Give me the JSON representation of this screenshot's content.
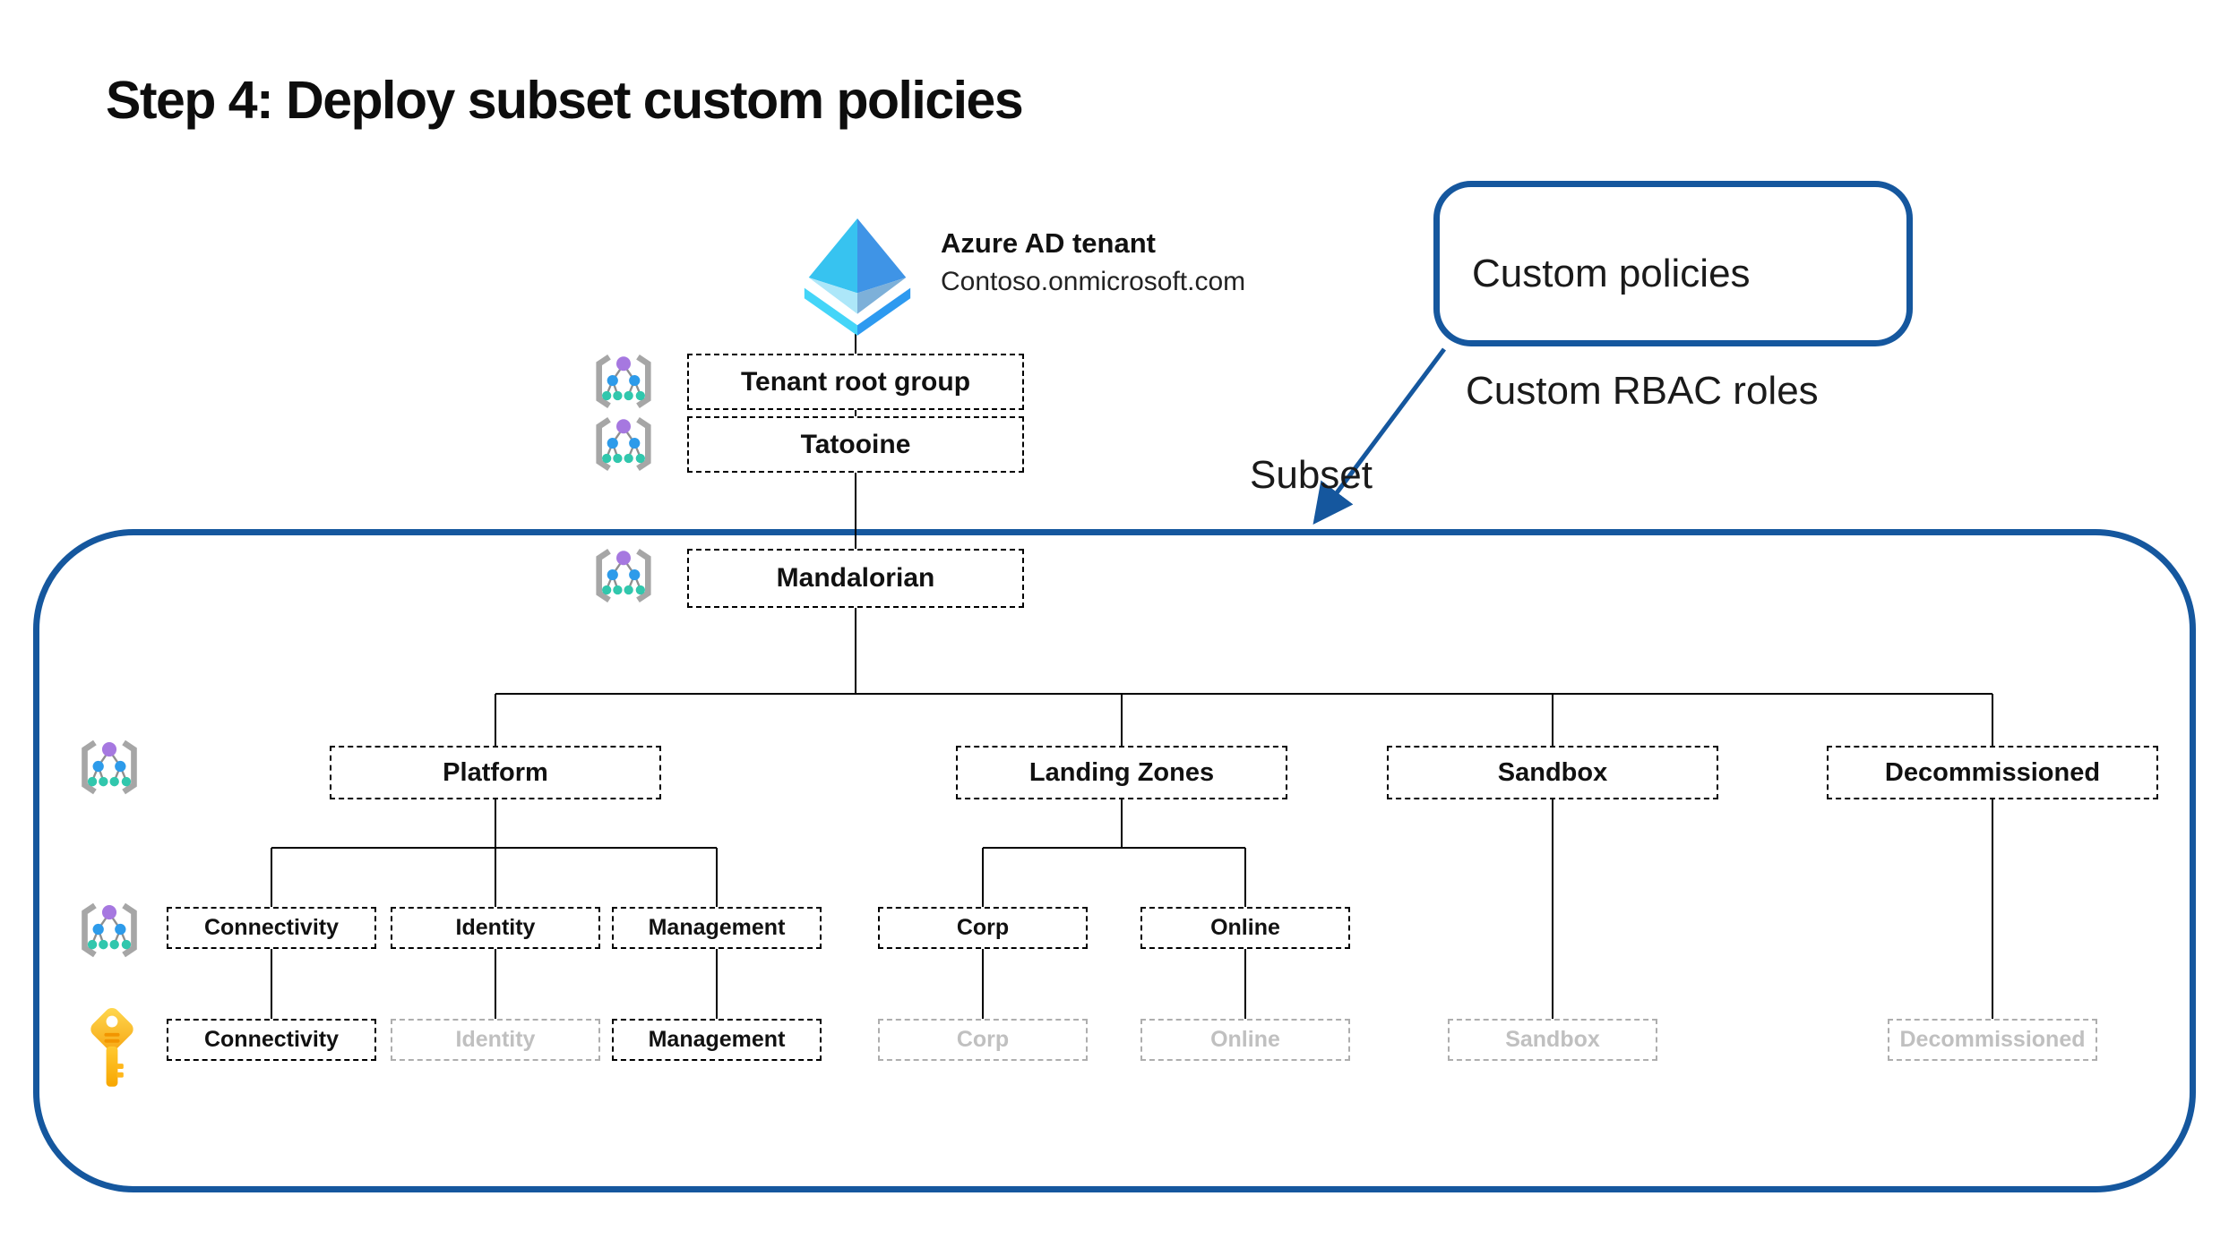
{
  "slide": {
    "title": "Step 4: Deploy subset custom policies"
  },
  "tenant": {
    "name": "Azure AD tenant",
    "domain": "Contoso.onmicrosoft.com"
  },
  "callout": {
    "custom_policies": "Custom policies",
    "custom_rbac": "Custom RBAC roles",
    "subset": "Subset"
  },
  "hierarchy": {
    "level1": [
      "Tenant root group",
      "Tatooine",
      "Mandalorian"
    ],
    "level2": [
      "Platform",
      "Landing Zones",
      "Sandbox",
      "Decommissioned"
    ],
    "level3": [
      "Connectivity",
      "Identity",
      "Management",
      "Corp",
      "Online"
    ],
    "subscriptions": [
      {
        "label": "Connectivity",
        "deployed": true
      },
      {
        "label": "Identity",
        "deployed": false
      },
      {
        "label": "Management",
        "deployed": true
      },
      {
        "label": "Corp",
        "deployed": false
      },
      {
        "label": "Online",
        "deployed": false
      },
      {
        "label": "Sandbox",
        "deployed": false
      },
      {
        "label": "Decommissioned",
        "deployed": false
      }
    ]
  },
  "icons": {
    "tenant": "azure-ad-tenant-icon",
    "management_group": "management-group-icon",
    "subscription": "key-icon"
  },
  "colors": {
    "accent_blue": "#15579E",
    "ghost_gray": "#c0c0c0",
    "line_black": "#000000",
    "mg_purple": "#a678e0",
    "mg_blue": "#2d9bea",
    "mg_teal": "#31c7ad",
    "key_yellow": "#FFC425"
  }
}
